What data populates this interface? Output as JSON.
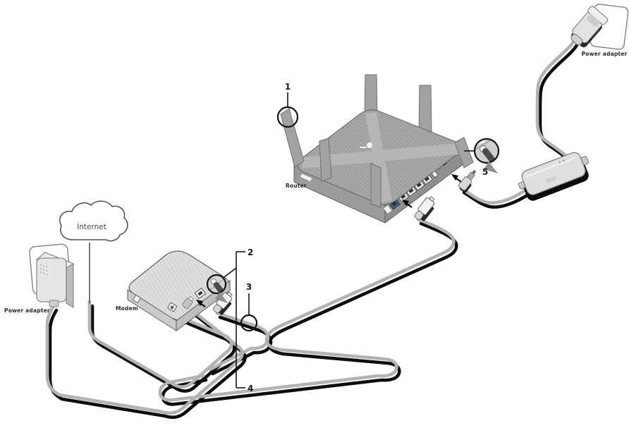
{
  "labels": {
    "internet": "Internet",
    "router": "Router",
    "modem": "Modem",
    "power_adapter_top_right": "Power adapter",
    "power_adapter_left": "Power adapter"
  },
  "callouts": {
    "step1": "1",
    "step2": "2",
    "step3": "3",
    "step4": "4",
    "step5": "5"
  },
  "colors": {
    "bg": "#ffffff",
    "cable": "#b3b3b3",
    "shadow": "#0d0d0d",
    "outline": "#4a4a4a",
    "device_light": "#e4e4e4",
    "device_mid": "#c9c9c9",
    "device_dark": "#9d9d9d",
    "router_top": "#a7a7a7",
    "text": "#1a1a1a",
    "wan": "#4a6076"
  }
}
